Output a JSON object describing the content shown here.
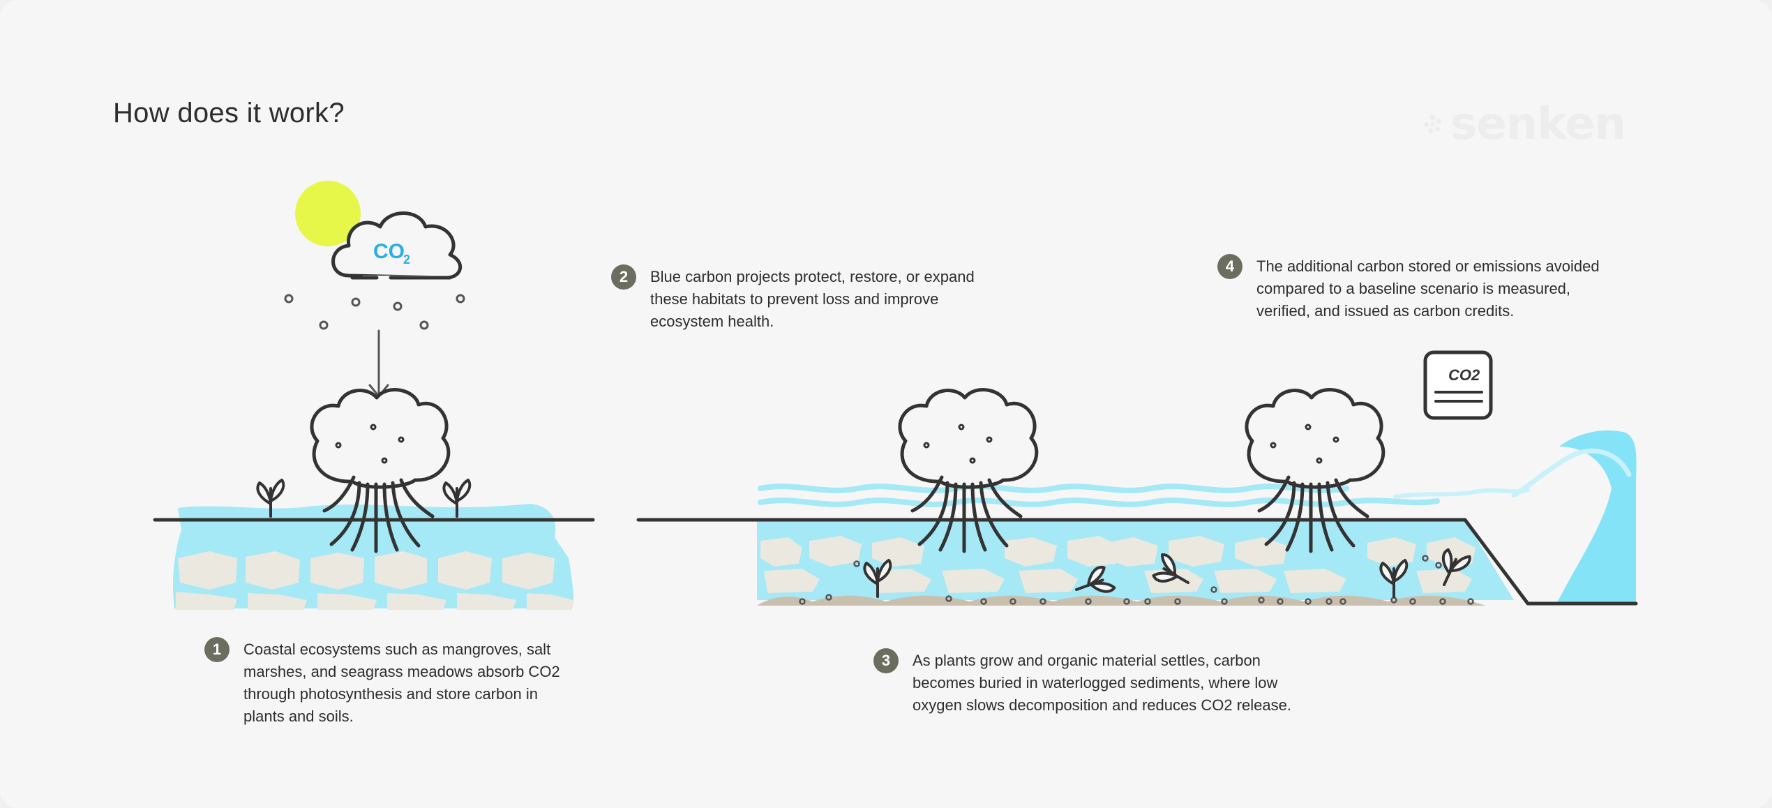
{
  "title": "How does it work?",
  "logo": {
    "text": "senken",
    "icon": "senken-logo-icon"
  },
  "cloud": {
    "label": "CO",
    "subscript": "2"
  },
  "certificate": {
    "label": "CO2"
  },
  "steps": [
    {
      "number": "1",
      "text": "Coastal ecosystems such as mangroves, salt\nmarshes, and seagrass meadows absorb CO2\nthrough photosynthesis and store carbon in\nplants and soils."
    },
    {
      "number": "2",
      "text": "Blue carbon projects protect, restore, or expand\nthese habitats to prevent loss and improve\necosystem health."
    },
    {
      "number": "3",
      "text": "As plants grow and organic material settles, carbon\nbecomes buried in waterlogged sediments, where low\noxygen slows decomposition and reduces CO2 release."
    },
    {
      "number": "4",
      "text": "The additional carbon stored or emissions avoided\ncompared to a baseline scenario is measured,\nverified, and issued as carbon credits."
    }
  ],
  "colors": {
    "background": "#f6f6f6",
    "water": "#9ee6f5",
    "wave": "#84e3f6",
    "sun": "#e6f74a",
    "co2_text": "#29aee6",
    "stone": "#ebe8e0",
    "sediment": "#c9bfae",
    "ink": "#333333",
    "badge": "#6b6e5f"
  }
}
